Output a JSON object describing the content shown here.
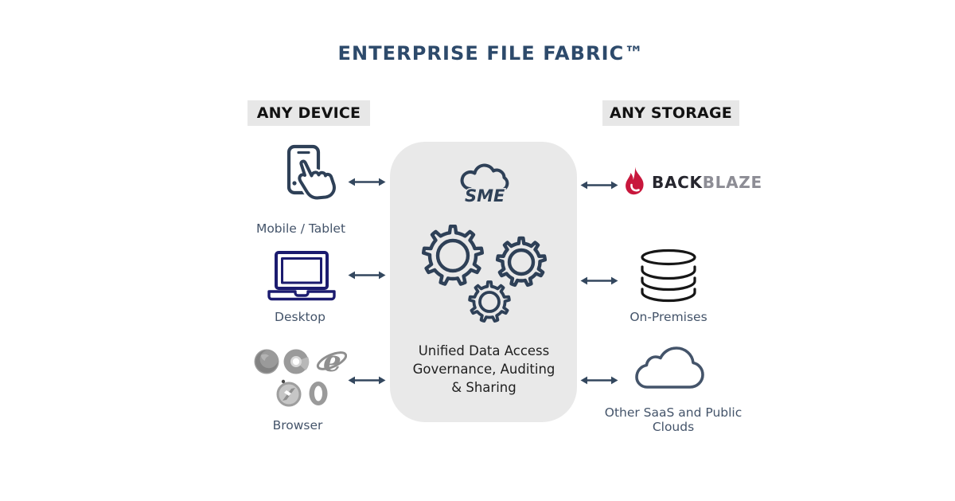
{
  "title": "ENTERPRISE FILE FABRIC™",
  "left_column": {
    "badge": "ANY DEVICE",
    "items": [
      {
        "label": "Mobile / Tablet",
        "icon": "mobile-touch-icon"
      },
      {
        "label": "Desktop",
        "icon": "laptop-icon"
      },
      {
        "label": "Browser",
        "icon": "browser-logos-firefox-chrome-ie-safari-opera"
      }
    ]
  },
  "center_box": {
    "logo": {
      "text": "SME",
      "icon": "sme-cloud-logo"
    },
    "gears_icon": "three-gears-icon",
    "description": [
      "Unified Data Access",
      "Governance, Auditing",
      "& Sharing"
    ]
  },
  "right_column": {
    "badge": "ANY STORAGE",
    "items": [
      {
        "brand": {
          "text_dark": "BACK",
          "text_gray": "BLAZE",
          "icon": "backblaze-flame-icon"
        }
      },
      {
        "label": "On-Premises",
        "icon": "database-stack-icon"
      },
      {
        "label": "Other SaaS and Public Clouds",
        "icon": "cloud-icon"
      }
    ]
  },
  "connections": {
    "icon": "double-headed-arrow"
  },
  "colors": {
    "title_text": "#2d4a6b",
    "badge_bg": "#e7e7e7",
    "badge_text": "#121212",
    "center_box_bg": "#e9e9e9",
    "icon_slate_navy": "#2e4057",
    "laptop_navy": "#1b1b6f",
    "label_slate": "#44546a",
    "arrow": "#33475e",
    "flame_red": "#c8173c",
    "backblaze_dark": "#26262e",
    "backblaze_gray": "#8d8d95",
    "browser_gray": "#9a9a9a",
    "database_ink": "#161616"
  }
}
